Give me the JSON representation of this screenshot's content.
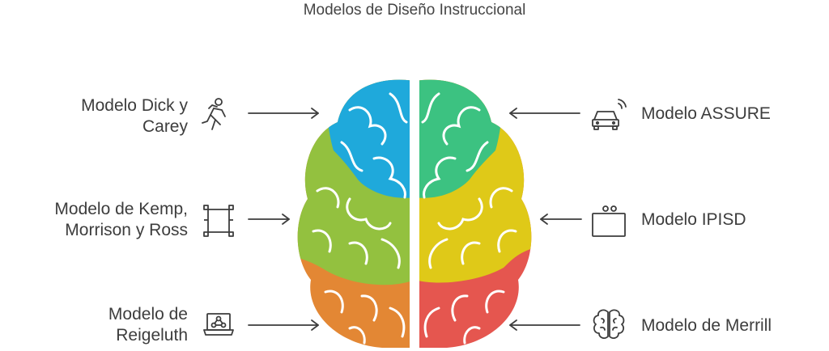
{
  "title": "Modelos de Diseño Instruccional",
  "colors": {
    "blue": "#1fa9db",
    "green_left": "#93c13f",
    "orange": "#e38734",
    "green_right": "#3cc281",
    "yellow": "#dfc918",
    "red": "#e5564f",
    "stroke": "#ffffff",
    "text": "#3d3d3d"
  },
  "models": {
    "dick_carey": {
      "line1": "Modelo Dick y",
      "line2": "Carey",
      "icon": "running-person-icon"
    },
    "kemp": {
      "line1": "Modelo de Kemp,",
      "line2": "Morrison y Ross",
      "icon": "frame-icon"
    },
    "reigeluth": {
      "line1": "Modelo de",
      "line2": "Reigeluth",
      "icon": "laptop-network-icon"
    },
    "assure": {
      "label": "Modelo ASSURE",
      "icon": "car-signal-icon"
    },
    "ipisd": {
      "label": "Modelo IPISD",
      "icon": "device-icon"
    },
    "merrill": {
      "label": "Modelo de Merrill",
      "icon": "brain-icon"
    }
  }
}
